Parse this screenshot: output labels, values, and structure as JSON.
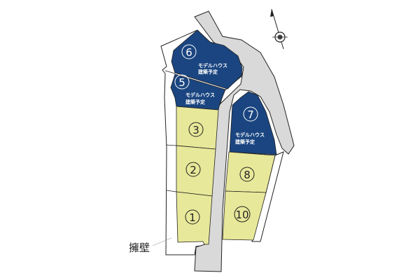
{
  "colors": {
    "navy": "#1a4580",
    "yellow": "#e8e89a",
    "road": "#d9d9d9",
    "outline": "#222222"
  },
  "lots": [
    {
      "id": "lot-6",
      "number": "6",
      "status": "model",
      "note_line1": "モデルハウス",
      "note_line2": "建築予定"
    },
    {
      "id": "lot-5",
      "number": "5",
      "status": "model",
      "note_line1": "モデルハウス",
      "note_line2": "建築予定"
    },
    {
      "id": "lot-7",
      "number": "7",
      "status": "model",
      "note_line1": "モデルハウス",
      "note_line2": "建築予定"
    },
    {
      "id": "lot-3",
      "number": "3",
      "status": "available"
    },
    {
      "id": "lot-2",
      "number": "2",
      "status": "available"
    },
    {
      "id": "lot-1",
      "number": "1",
      "status": "available"
    },
    {
      "id": "lot-8",
      "number": "8",
      "status": "available"
    },
    {
      "id": "lot-10",
      "number": "10",
      "status": "available"
    }
  ],
  "retaining_wall_label": "擁壁",
  "compass_icon": "north-arrow-compass"
}
